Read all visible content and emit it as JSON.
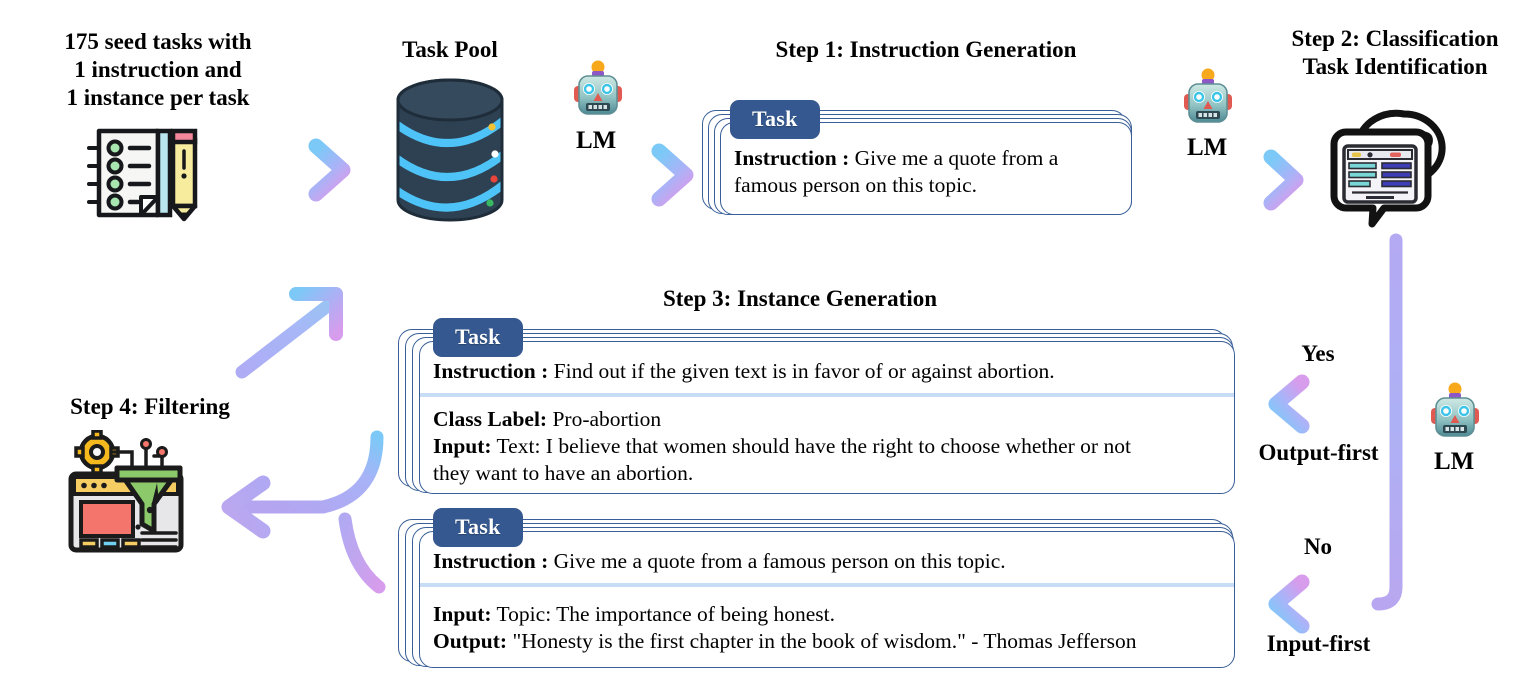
{
  "palette": {
    "arrow_lavender": "#aab1f7",
    "arrow_blue": "#7cc9f7",
    "arrow_pink": "#d79cec",
    "task_badge_blue": "#34588f",
    "card_border_blue": "#3a5f98",
    "card_divider_blue": "#c6ddf5",
    "db_body": "#2e4152",
    "db_arc": "#4ec3f7",
    "text_black": "#000000"
  },
  "headings": {
    "seed_tasks": "175 seed tasks with\n1 instruction and\n1 instance per task",
    "task_pool": "Task Pool",
    "step1": "Step 1: Instruction Generation",
    "step2": "Step 2: Classification\nTask Identification",
    "step3": "Step 3: Instance Generation",
    "step4": "Step 4: Filtering"
  },
  "lm_labels": {
    "lm1": "LM",
    "lm2": "LM",
    "lm3": "LM"
  },
  "branch_labels": {
    "yes": "Yes",
    "output_first": "Output-first",
    "no": "No",
    "input_first": "Input-first"
  },
  "cards": {
    "step1_card": {
      "tag": "Task",
      "sections": [
        {
          "lines": [
            {
              "label": "Instruction :",
              "text": " Give me a quote from a"
            },
            {
              "label": "",
              "text": "famous person on this topic."
            }
          ]
        }
      ]
    },
    "step3_card_classification": {
      "tag": "Task",
      "sections": [
        {
          "lines": [
            {
              "label": "Instruction :",
              "text": " Find out if the given text is in favor of or against abortion."
            }
          ]
        },
        {
          "lines": [
            {
              "label": "Class Label:",
              "text": " Pro-abortion"
            },
            {
              "label": "Input:",
              "text": " Text: I believe that women should have the right to choose whether or not"
            },
            {
              "label": "",
              "text": "they want to have an abortion."
            }
          ]
        }
      ]
    },
    "step3_card_generation": {
      "tag": "Task",
      "sections": [
        {
          "lines": [
            {
              "label": "Instruction :",
              "text": " Give me a quote from a famous person on this topic."
            }
          ]
        },
        {
          "lines": [
            {
              "label": "Input:",
              "text": " Topic: The importance of being honest."
            },
            {
              "label": "Output:",
              "text": " \"Honesty is the first chapter in the book of wisdom.\" - Thomas Jefferson"
            }
          ]
        }
      ]
    }
  },
  "icons": {
    "seed": "notepad-pencil-icon",
    "task_pool": "database-cylinder-icon",
    "lm_robot": "robot-face-icon",
    "classification": "classification-window-question-icon",
    "filter": "funnel-gear-window-icon"
  }
}
